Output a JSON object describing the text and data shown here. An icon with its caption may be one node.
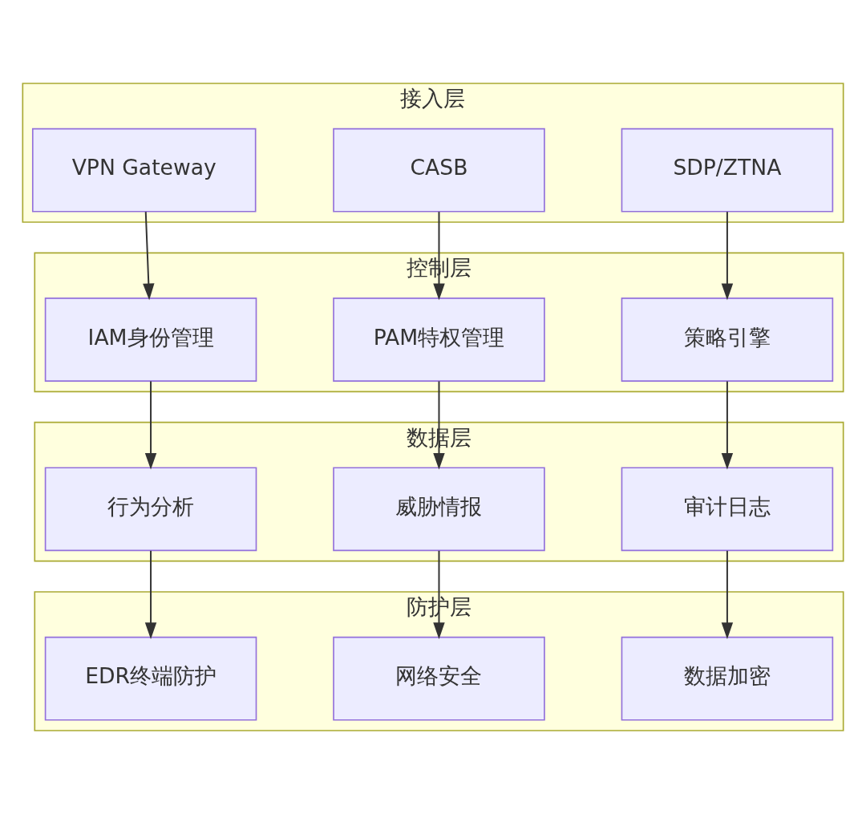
{
  "diagram": {
    "nodes": [
      {
        "text": [
          "接入层"
        ]
      },
      {
        "text": [
          "VPN Gateway"
        ],
        "in": 0
      },
      {
        "text": [
          "CASB"
        ],
        "in": 0
      },
      {
        "text": [
          "SDP/ZTNA"
        ],
        "in": 0
      },
      {
        "text": [
          "控制层"
        ]
      },
      {
        "text": [
          "IAM身份管理"
        ],
        "in": 4
      },
      {
        "text": [
          "PAM特权管理"
        ],
        "in": 4
      },
      {
        "text": [
          "策略引擎"
        ],
        "in": 4
      },
      {
        "text": [
          "数据层"
        ]
      },
      {
        "text": [
          "行为分析"
        ],
        "in": 8
      },
      {
        "text": [
          "威胁情报"
        ],
        "in": 8
      },
      {
        "text": [
          "审计日志"
        ],
        "in": 8
      },
      {
        "text": [
          "防护层"
        ]
      },
      {
        "text": [
          "EDR终端防护"
        ],
        "in": 12
      },
      {
        "text": [
          "网络安全"
        ],
        "in": 12
      },
      {
        "text": [
          "数据加密"
        ],
        "in": 12
      }
    ],
    "edges": [
      {
        "from": 1,
        "to": 5,
        "arrow": "to"
      },
      {
        "from": 2,
        "to": 6,
        "arrow": "to"
      },
      {
        "from": 3,
        "to": 7,
        "arrow": "to"
      },
      {
        "from": 5,
        "to": 9,
        "arrow": "to"
      },
      {
        "from": 6,
        "to": 10,
        "arrow": "to"
      },
      {
        "from": 7,
        "to": 11,
        "arrow": "to"
      },
      {
        "from": 9,
        "to": 13,
        "arrow": "to"
      },
      {
        "from": 10,
        "to": 14,
        "arrow": "to"
      },
      {
        "from": 11,
        "to": 15,
        "arrow": "to"
      }
    ]
  }
}
